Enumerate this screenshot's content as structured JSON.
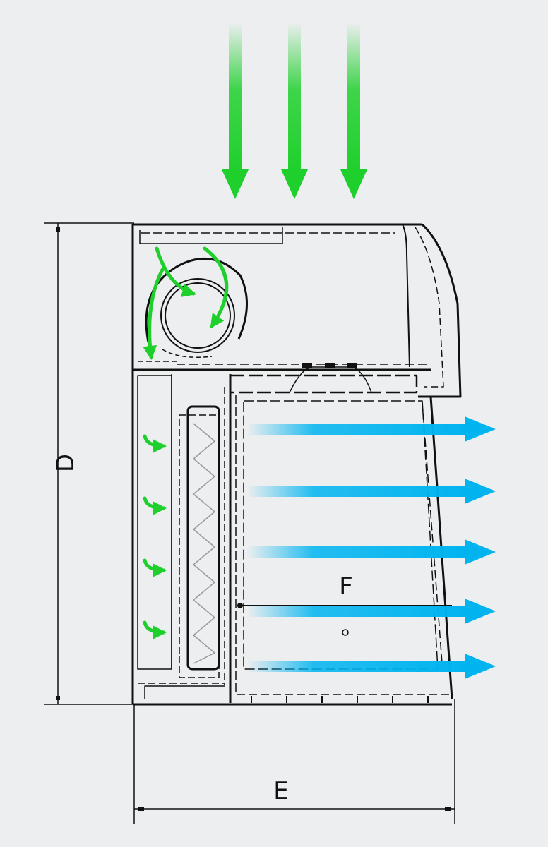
{
  "labels": {
    "height_dimension": "D",
    "width_dimension": "E",
    "inner_dimension": "F"
  },
  "colors": {
    "background": "#eceef0",
    "inflow_arrow": "#1fd02c",
    "outflow_arrow": "#00b4f0",
    "line": "#111111"
  },
  "icons": {
    "inflow": "down-arrow-icon",
    "outflow": "right-arrow-icon",
    "fan": "fan-icon",
    "filter": "zigzag-filter-icon"
  }
}
